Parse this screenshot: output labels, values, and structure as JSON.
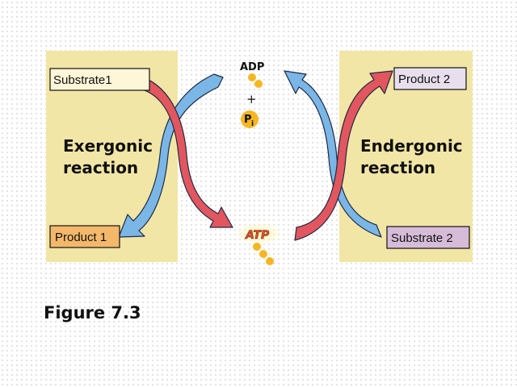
{
  "figure": {
    "caption": "Figure 7.3"
  },
  "exergonic": {
    "label_line1": "Exergonic",
    "label_line2": "reaction",
    "substrate": "Substrate1",
    "product": "Product 1"
  },
  "endergonic": {
    "label_line1": "Endergonic",
    "label_line2": "reaction",
    "substrate": "Substrate 2",
    "product": "Product 2"
  },
  "coupling": {
    "adp": "ADP",
    "plus": "+",
    "pi_main": "P",
    "pi_sub": "i",
    "atp": "ATP"
  },
  "colors": {
    "panel": "#f2e6a6",
    "red_arrow": "#e2565f",
    "blue_arrow": "#7ab6e6",
    "phosphate": "#f6b623",
    "product1_box": "#f4b86b",
    "product2_box": "#e7dfee",
    "substrate2_box": "#d6bcd8",
    "substrate1_box": "#fdf6d8"
  }
}
